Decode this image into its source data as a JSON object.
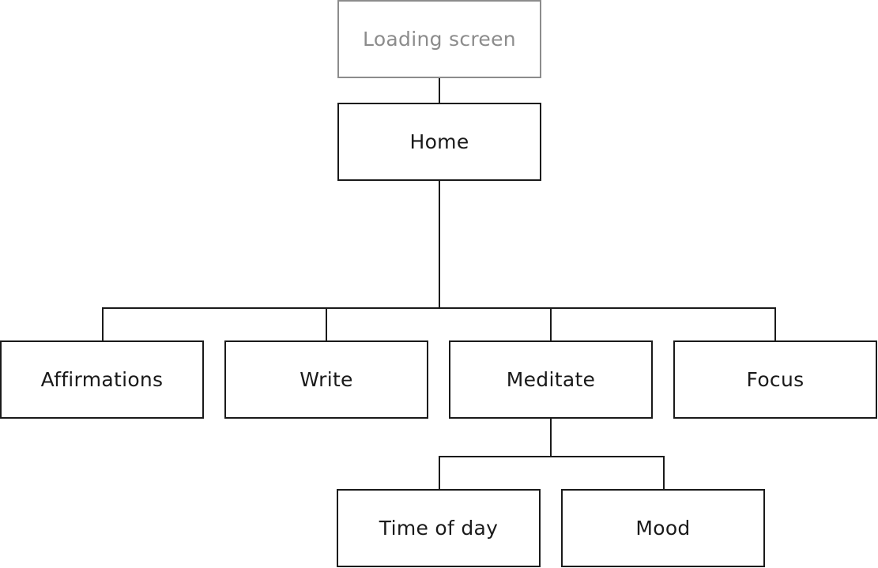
{
  "nodes": {
    "loading_screen": "Loading screen",
    "home": "Home",
    "affirmations": "Affirmations",
    "write": "Write",
    "meditate": "Meditate",
    "focus": "Focus",
    "time_of_day": "Time of day",
    "mood": "Mood"
  },
  "colors": {
    "line": "#1a1a1a",
    "muted": "#8c8c8c",
    "background": "#ffffff"
  }
}
